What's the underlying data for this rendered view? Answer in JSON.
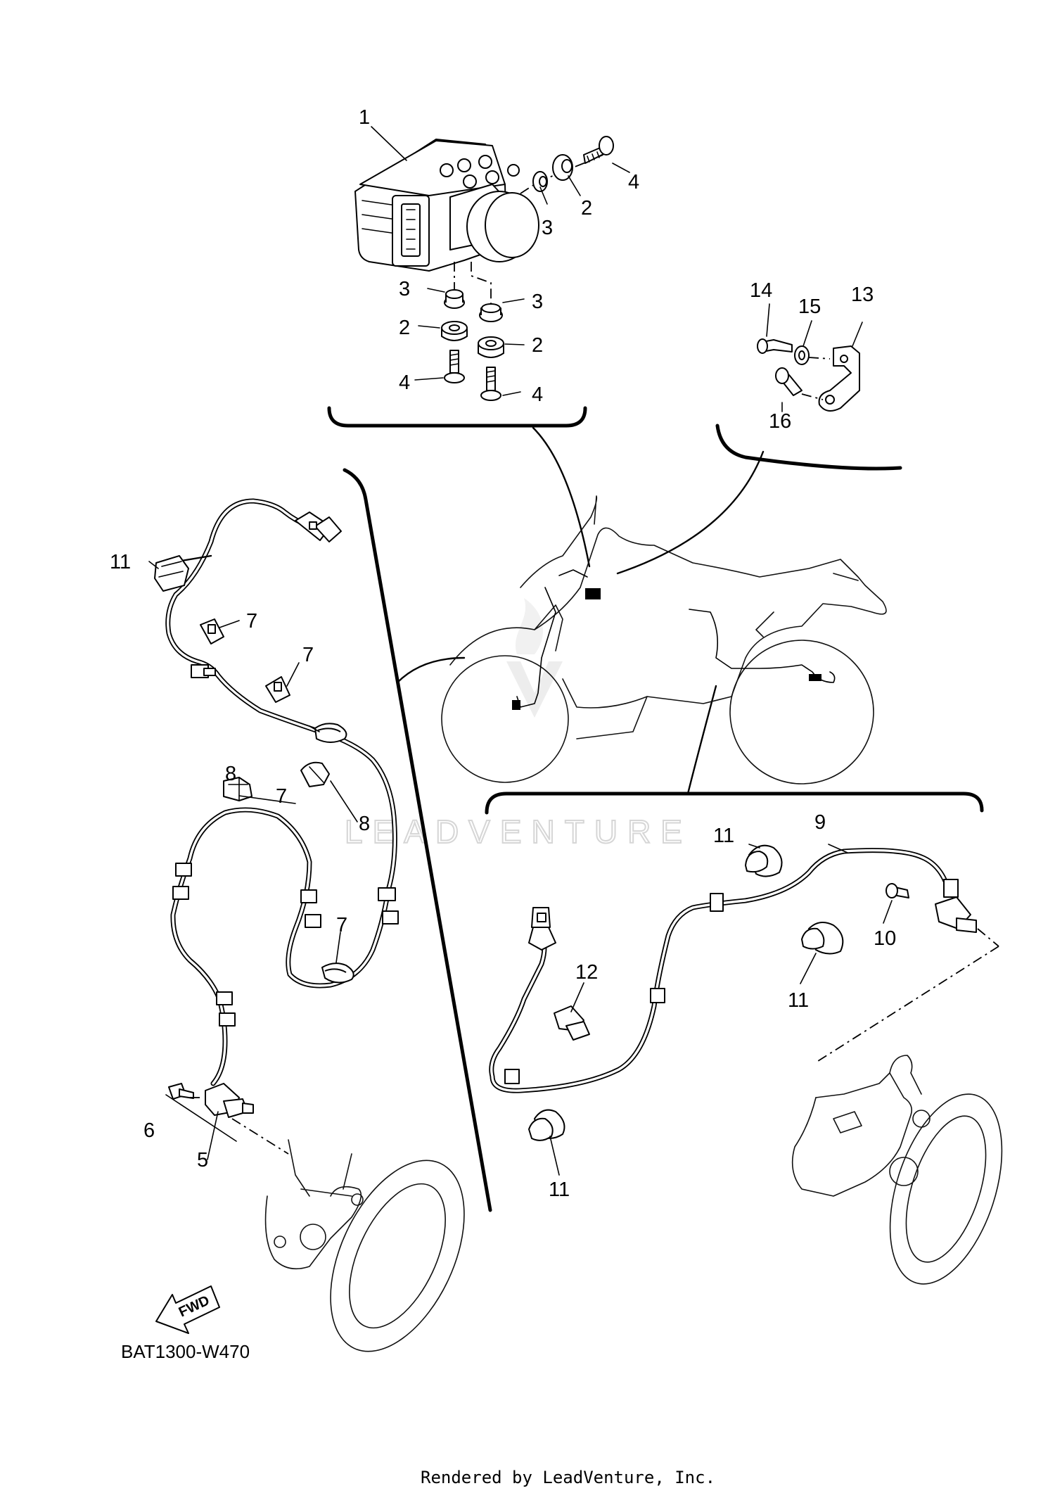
{
  "diagram": {
    "code": "BAT1300-W470",
    "footer": "Rendered by LeadVenture, Inc.",
    "watermark": "LEADVENTURE",
    "fwd_label": "FWD",
    "callouts": {
      "c1": "1",
      "c2a": "2",
      "c2b": "2",
      "c2c": "2",
      "c3a": "3",
      "c3b": "3",
      "c3c": "3",
      "c4a": "4",
      "c4b": "4",
      "c4c": "4",
      "c5": "5",
      "c6": "6",
      "c7a": "7",
      "c7b": "7",
      "c7c": "7",
      "c7d": "7",
      "c8a": "8",
      "c8b": "8",
      "c9": "9",
      "c10": "10",
      "c11a": "11",
      "c11b": "11",
      "c11c": "11",
      "c11d": "11",
      "c12": "12",
      "c13": "13",
      "c14": "14",
      "c15": "15",
      "c16": "16"
    }
  }
}
